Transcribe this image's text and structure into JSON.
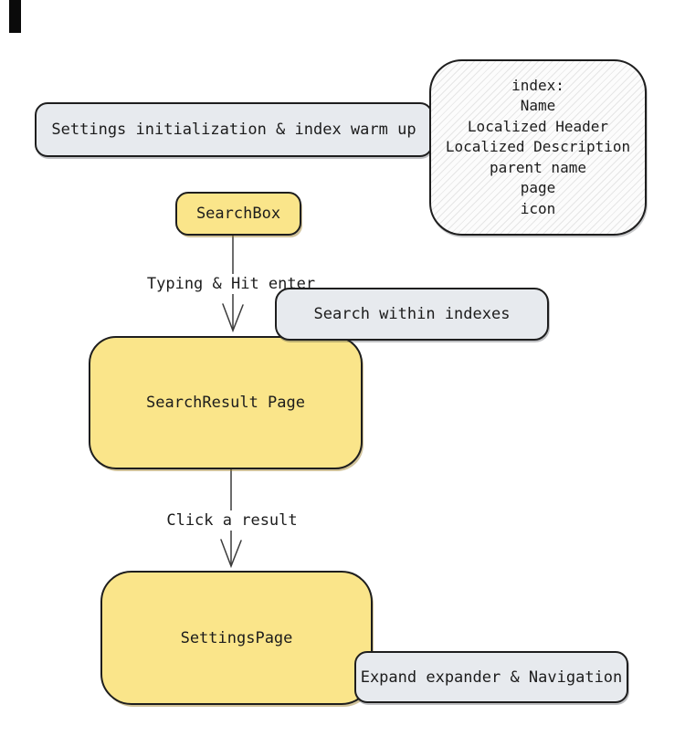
{
  "diagram": {
    "title_hint": "settings-search-flow",
    "colors": {
      "node_yellow": "#fae58a",
      "node_gray": "#e7eaee",
      "stroke": "#1e1e1e",
      "arrow": "#3c3c3c",
      "hatch_fill": "#fcfcfc"
    },
    "nodes": {
      "settings_init": {
        "label": "Settings initialization & index warm up"
      },
      "index_info": {
        "lines": [
          "index:",
          "Name",
          "Localized Header",
          "Localized Description",
          "parent name",
          "page",
          "icon"
        ]
      },
      "search_box": {
        "label": "SearchBox"
      },
      "search_within": {
        "label": "Search within indexes"
      },
      "search_result": {
        "label": "SearchResult Page"
      },
      "settings_page": {
        "label": "SettingsPage"
      },
      "expand_nav": {
        "label": "Expand expander & Navigation"
      }
    },
    "edges": {
      "typing": {
        "label": "Typing & Hit enter"
      },
      "click": {
        "label": "Click a result"
      }
    }
  }
}
